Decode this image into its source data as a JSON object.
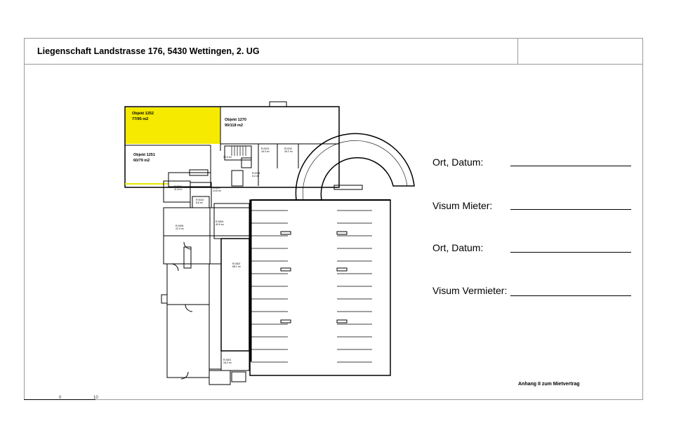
{
  "header": {
    "title": "Liegenschaft Landstrasse 176, 5430 Wettingen, 2. UG"
  },
  "plan": {
    "highlight_color": "#f5ea00",
    "objects": [
      {
        "name": "Objekt 1252",
        "area": "77/95 m2"
      },
      {
        "name": "Objekt 1270",
        "area": "90/118 m2"
      },
      {
        "name": "Objekt 1251",
        "area": "60/79 m2"
      }
    ],
    "rooms": [
      {
        "label": "21.6 m²"
      },
      {
        "label": "R.0013",
        "area": "16.3 m²"
      },
      {
        "label": "R.0012",
        "area": "26.2 m²"
      },
      {
        "label": "R.0014",
        "area": "6.4 m²"
      },
      {
        "label": "R.0011",
        "area": "11.6 m²"
      },
      {
        "label": "R.0017",
        "area": "13.8 m²"
      },
      {
        "label": "R.0010",
        "area": "8.8 m²"
      },
      {
        "label": "R.0006",
        "area": "22.4 m²"
      },
      {
        "label": "R.0004",
        "area": "40.9 m²"
      },
      {
        "label": "R.0002",
        "area": "68.1 m²"
      },
      {
        "label": "R.0001",
        "area": "18.2 m²"
      }
    ]
  },
  "signatures": [
    {
      "label": "Ort, Datum:"
    },
    {
      "label": "Visum Mieter:"
    },
    {
      "label": "Ort, Datum:"
    },
    {
      "label": "Visum Vermieter:"
    }
  ],
  "annex_note": "Anhang II zum Mietvertrag",
  "scale": {
    "left": "0",
    "right": "10"
  }
}
